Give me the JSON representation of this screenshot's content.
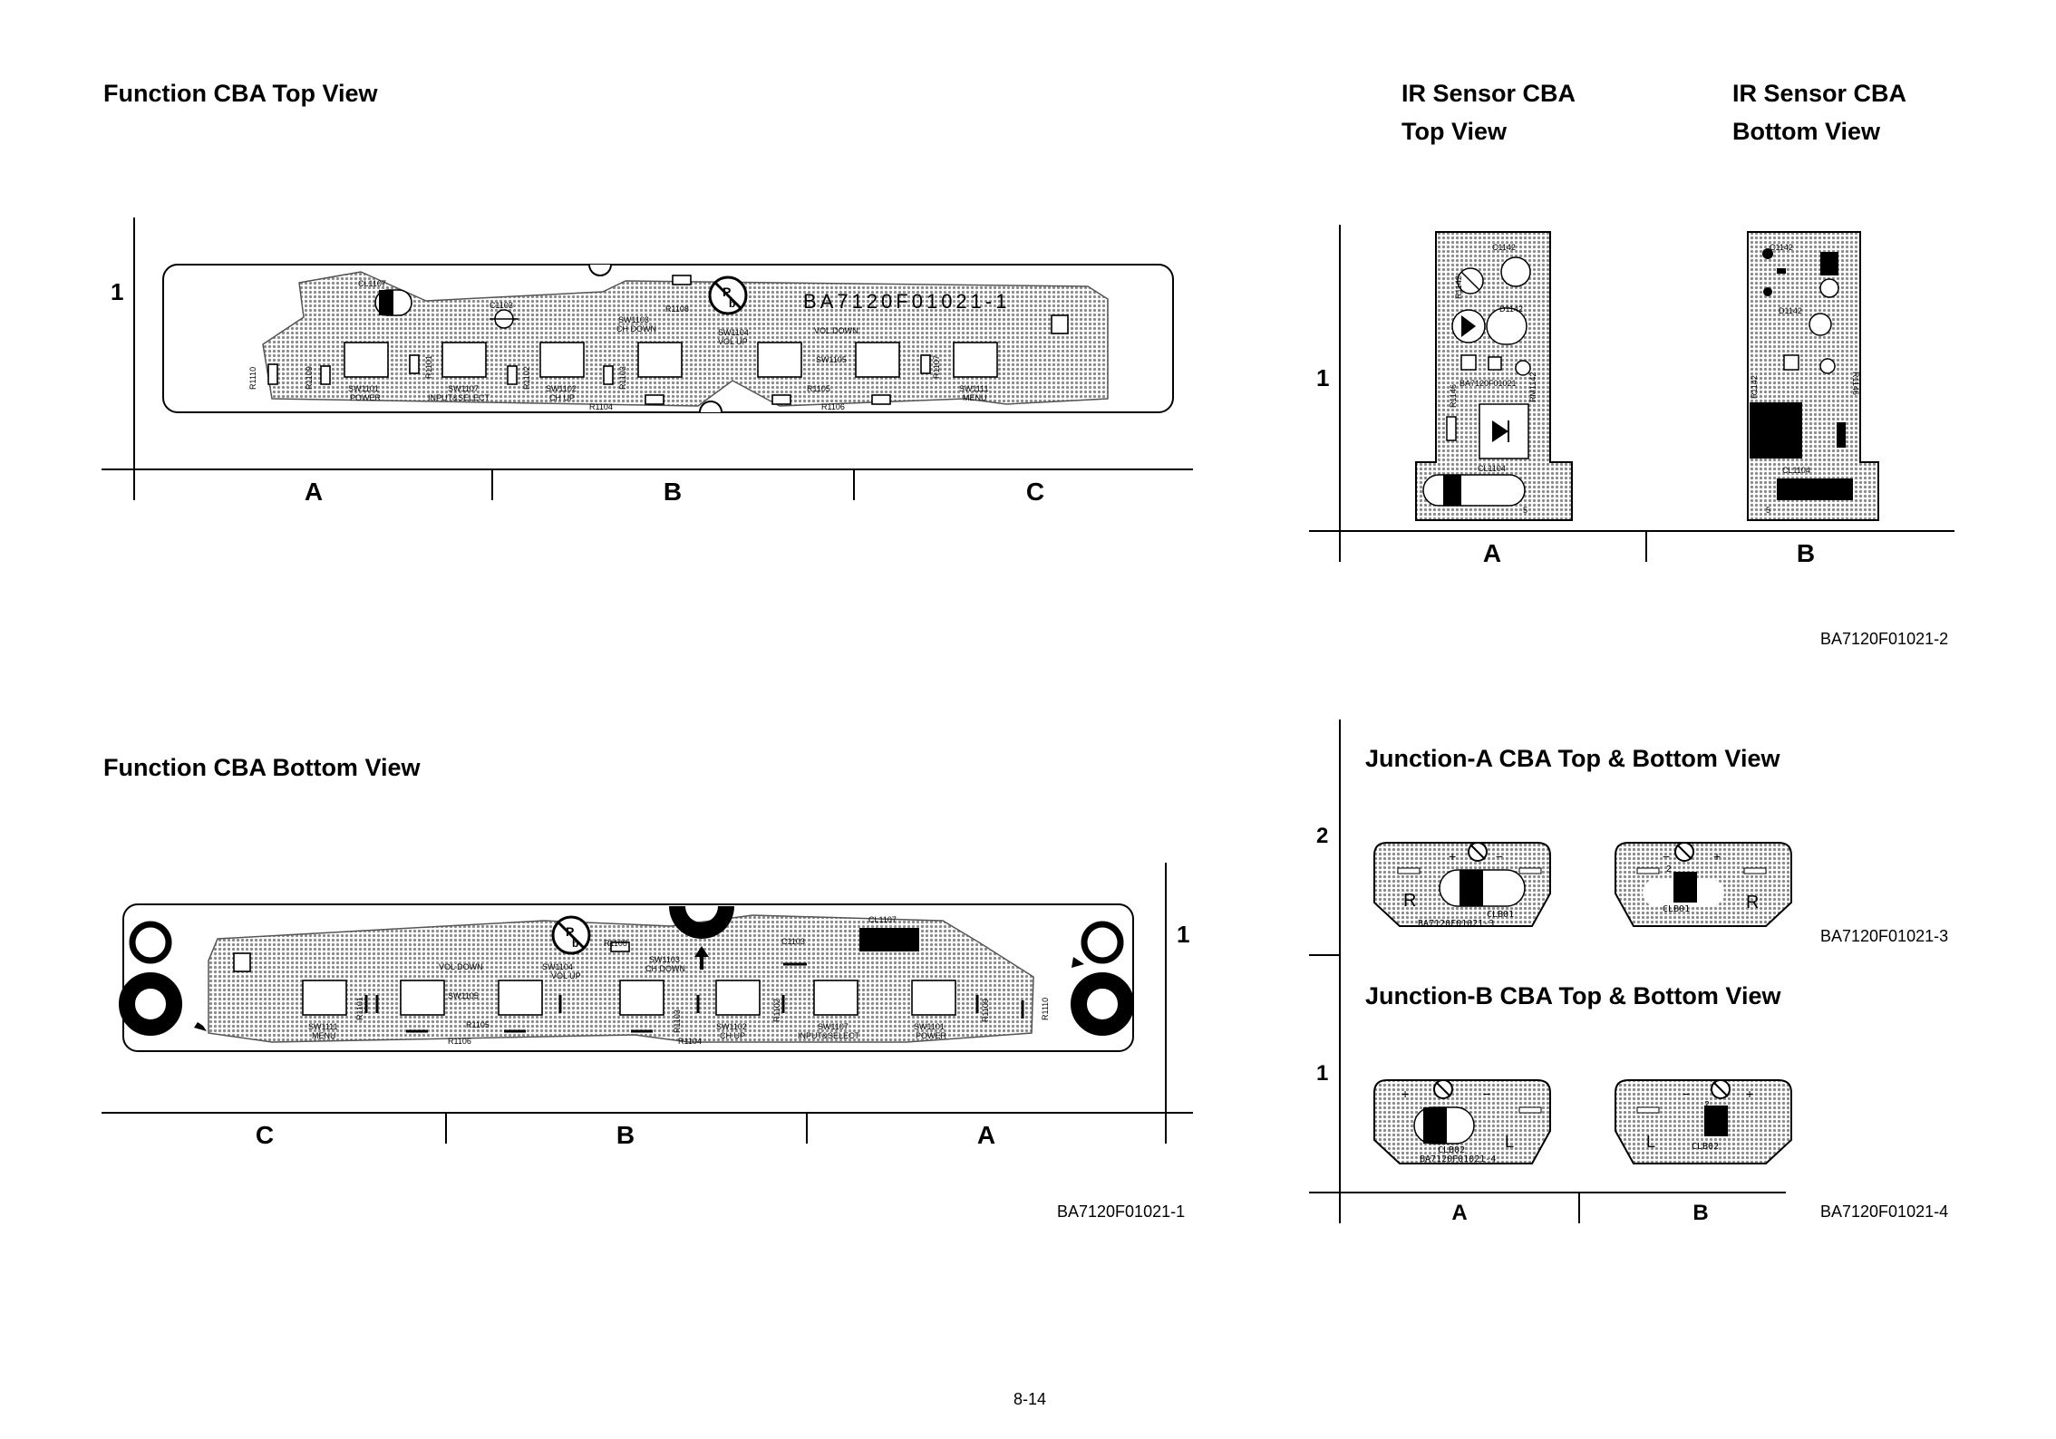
{
  "function_top": {
    "title": "Function CBA Top View",
    "row_label": "1",
    "columns": [
      "A",
      "B",
      "C"
    ],
    "board_code": "BA7120F01021-1",
    "parts": {
      "cl1107": "CL1107",
      "c1103": "C1103",
      "r1108": "R1108",
      "sw1103": "SW1103",
      "ch_down": "CH DOWN",
      "sw1104": "SW1104",
      "vol_up": "VOL UP",
      "vol_down": "VOL DOWN",
      "sw1105": "SW1105",
      "r1110": "R1110",
      "r1109": "R1109",
      "r1101": "R1101",
      "r1102": "R1102",
      "r1103": "R1103",
      "r1104": "R1104",
      "r1105": "R1105",
      "r1106": "R1106",
      "r1107": "R1107",
      "sw1101": "SW1101",
      "power": "POWER",
      "sw1107": "SW1107",
      "input_select": "INPUT&SELECT",
      "sw1102": "SW1102",
      "ch_up": "CH UP",
      "sw1111": "SW1111",
      "menu": "MENU"
    }
  },
  "function_bottom": {
    "title": "Function CBA Bottom View",
    "row_label": "1",
    "columns": [
      "C",
      "B",
      "A"
    ],
    "ref": "BA7120F01021-1",
    "parts": {
      "cl1107": "CL1107",
      "c1103": "C1103",
      "r1108": "R1108",
      "sw1103": "SW1103",
      "ch_down": "CH DOWN",
      "sw1104": "SW1104",
      "vol_up": "VOL UP",
      "vol_down": "VOL DOWN",
      "sw1105": "SW1105",
      "r1101": "R1101",
      "r1103": "R1103",
      "r1102": "R1102",
      "r1105": "R1105",
      "r1106": "R1106",
      "r1104": "R1104",
      "r1109": "R1109",
      "r1110": "R1110",
      "sw1111": "SW1111",
      "menu": "MENU",
      "sw1102": "SW1102",
      "ch_up": "CH UP",
      "sw1107": "SW1107",
      "input_select": "INPUT&SELECT",
      "sw1101": "SW1101",
      "power": "POWER"
    }
  },
  "ir_sensor": {
    "top_title_1": "IR Sensor CBA",
    "top_title_2": "Top View",
    "bottom_title_1": "IR Sensor CBA",
    "bottom_title_2": "Bottom View",
    "row_label": "1",
    "columns": [
      "A",
      "B"
    ],
    "ref": "BA7120F01021-2",
    "parts": {
      "c1142": "C1142",
      "d1142": "D1142",
      "r1142": "R1142",
      "r1146": "R1146",
      "rm1142": "RM1142",
      "code": "BA7120F01021",
      "cl1104": "CL1104",
      "pin5": "5"
    }
  },
  "junction_a": {
    "title": "Junction-A CBA Top & Bottom View",
    "ref": "BA7120F01021-3",
    "parts": {
      "clb01": "CLB01",
      "code": "BA7120F01021-3",
      "r": "R",
      "plus": "+",
      "minus": "−",
      "pin2": "2"
    }
  },
  "junction_b": {
    "title": "Junction-B CBA Top & Bottom View",
    "ref": "BA7120F01021-4",
    "parts": {
      "clb02": "CLB02",
      "code": "BA7120F01021-4",
      "plus": "+",
      "minus": "−",
      "l": "L",
      "pin2": "2"
    }
  },
  "junction_grid": {
    "rows": [
      "2",
      "1"
    ],
    "columns": [
      "A",
      "B"
    ]
  },
  "page_number": "8-14",
  "colors": {
    "ink": "#000000",
    "copper": "#c4c4c4",
    "paper": "#ffffff"
  },
  "icons": [
    "lead-free-pb-icon",
    "insert-direction-arrow-icon"
  ]
}
